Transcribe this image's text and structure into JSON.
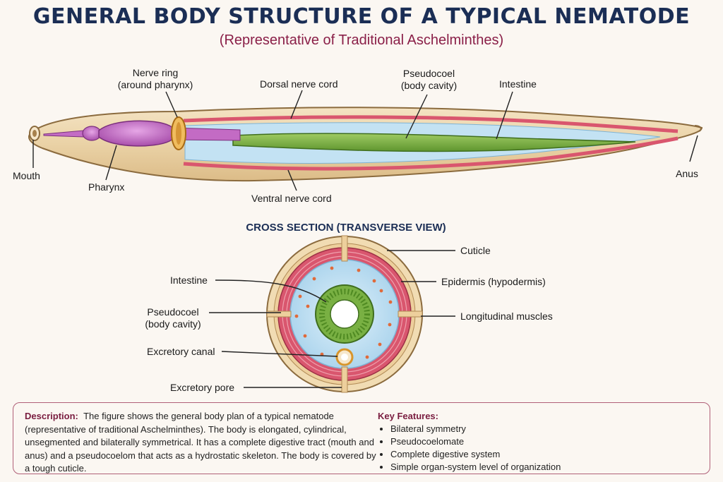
{
  "title": "GENERAL BODY STRUCTURE OF A TYPICAL NEMATODE",
  "subtitle": "(Representative of Traditional Aschelminthes)",
  "longitudinal": {
    "mouth": "Mouth",
    "pharynx": "Pharynx",
    "nerve_ring_1": "Nerve ring",
    "nerve_ring_2": "(around pharynx)",
    "dorsal_nerve_cord": "Dorsal nerve cord",
    "pseudocoel_1": "Pseudocoel",
    "pseudocoel_2": "(body cavity)",
    "intestine": "Intestine",
    "ventral_nerve_cord": "Ventral nerve cord",
    "anus": "Anus"
  },
  "cross_section": {
    "heading": "CROSS SECTION (TRANSVERSE VIEW)",
    "cuticle": "Cuticle",
    "epidermis": "Epidermis (hypodermis)",
    "longitudinal_muscles": "Longitudinal muscles",
    "intestine": "Intestine",
    "pseudocoel_1": "Pseudocoel",
    "pseudocoel_2": "(body cavity)",
    "excretory_canal": "Excretory canal",
    "excretory_pore": "Excretory pore"
  },
  "description": {
    "label": "Description:",
    "text": "The figure shows the general body plan of a typical nematode (representative of traditional Aschelminthes). The body is elongated, cylindrical, unsegmented and bilaterally symmetrical. It has a complete digestive tract (mouth and anus) and a pseudocoelom that acts as a hydrostatic skeleton. The body is covered by a tough cuticle."
  },
  "key_features": {
    "title": "Key Features:",
    "items": [
      "Bilateral symmetry",
      "Pseudocoelomate",
      "Complete digestive system",
      "Simple organ-system level of organization"
    ]
  },
  "colors": {
    "cuticle": "#e9d2a8",
    "muscle": "#d9566e",
    "pseudocoel": "#bfe0f2",
    "intestine": "#7bb045",
    "pharynx": "#c36bc4",
    "nerve_ring": "#e3a442",
    "title": "#1b2e55",
    "accent": "#8a1f48"
  }
}
